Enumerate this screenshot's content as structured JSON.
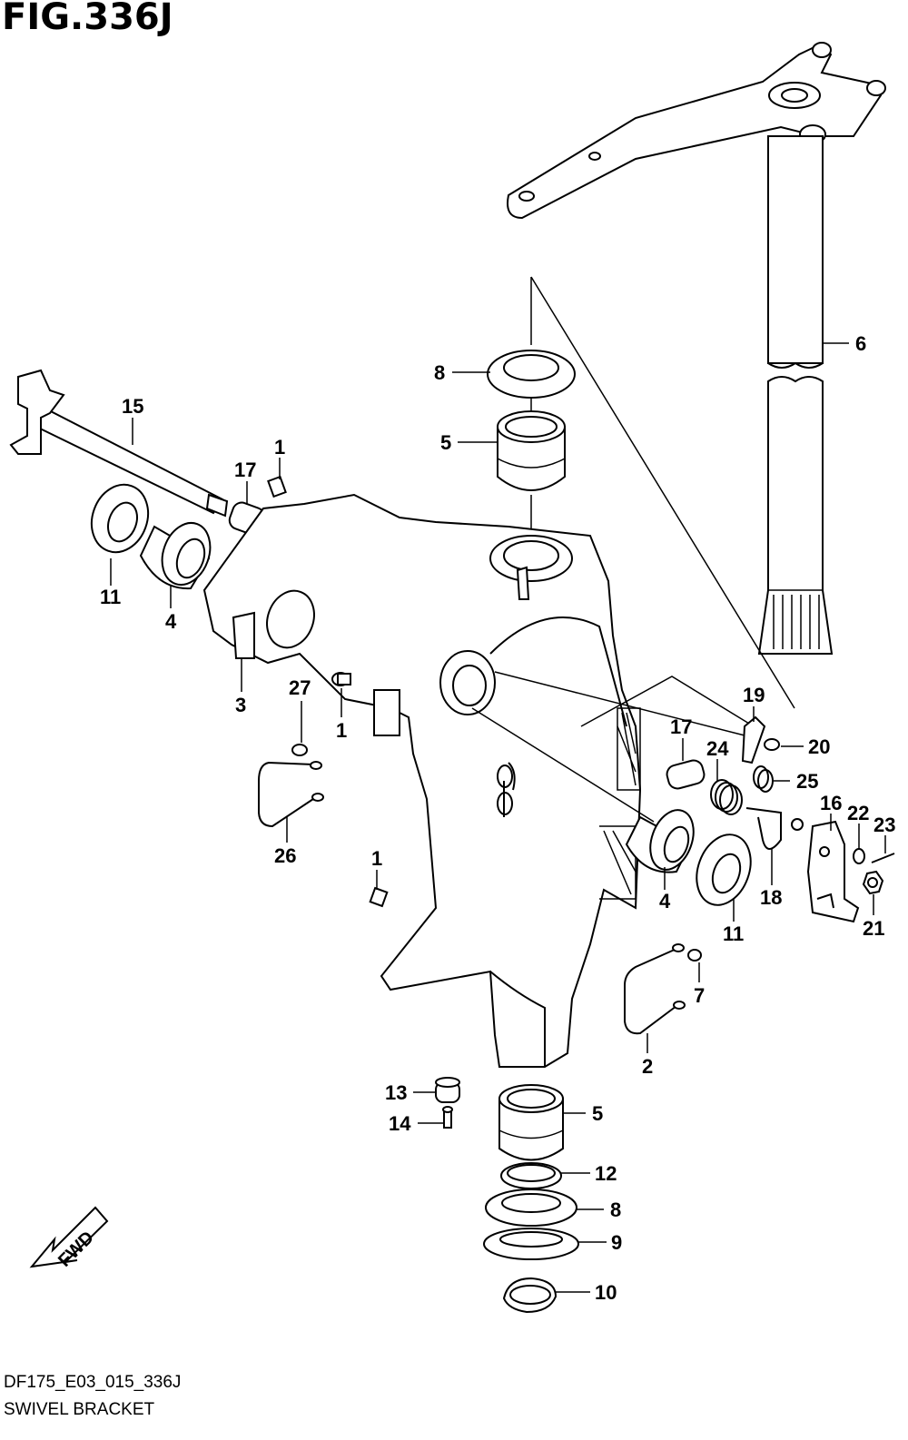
{
  "figure": {
    "title": "FIG.336J",
    "code": "DF175_E03_015_336J",
    "name": "SWIVEL BRACKET"
  },
  "fwd_label": "FWD",
  "callouts": [
    {
      "id": "c6a",
      "text": "6"
    },
    {
      "id": "c8a",
      "text": "8"
    },
    {
      "id": "c15",
      "text": "15"
    },
    {
      "id": "c5a",
      "text": "5"
    },
    {
      "id": "c1a",
      "text": "1"
    },
    {
      "id": "c17a",
      "text": "17"
    },
    {
      "id": "c11a",
      "text": "11"
    },
    {
      "id": "c4a",
      "text": "4"
    },
    {
      "id": "c3",
      "text": "3"
    },
    {
      "id": "c27",
      "text": "27"
    },
    {
      "id": "c1b",
      "text": "1"
    },
    {
      "id": "c19",
      "text": "19"
    },
    {
      "id": "c17b",
      "text": "17"
    },
    {
      "id": "c24",
      "text": "24"
    },
    {
      "id": "c20",
      "text": "20"
    },
    {
      "id": "c25",
      "text": "25"
    },
    {
      "id": "c16",
      "text": "16"
    },
    {
      "id": "c22",
      "text": "22"
    },
    {
      "id": "c23",
      "text": "23"
    },
    {
      "id": "c26",
      "text": "26"
    },
    {
      "id": "c1c",
      "text": "1"
    },
    {
      "id": "c4b",
      "text": "4"
    },
    {
      "id": "c18",
      "text": "18"
    },
    {
      "id": "c11b",
      "text": "11"
    },
    {
      "id": "c21",
      "text": "21"
    },
    {
      "id": "c7",
      "text": "7"
    },
    {
      "id": "c2",
      "text": "2"
    },
    {
      "id": "c13",
      "text": "13"
    },
    {
      "id": "c5b",
      "text": "5"
    },
    {
      "id": "c14",
      "text": "14"
    },
    {
      "id": "c12",
      "text": "12"
    },
    {
      "id": "c8b",
      "text": "8"
    },
    {
      "id": "c9",
      "text": "9"
    },
    {
      "id": "c10",
      "text": "10"
    }
  ]
}
